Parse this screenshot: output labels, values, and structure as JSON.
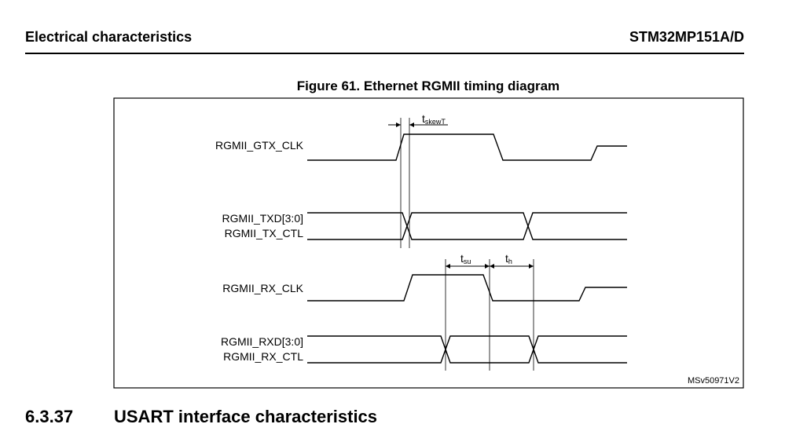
{
  "header": {
    "left": "Electrical characteristics",
    "right": "STM32MP151A/D"
  },
  "figure": {
    "title": "Figure 61. Ethernet RGMII timing diagram",
    "signals": {
      "gtx_clk": "RGMII_GTX_CLK",
      "txd": "RGMII_TXD[3:0]",
      "tx_ctl": "RGMII_TX_CTL",
      "rx_clk": "RGMII_RX_CLK",
      "rxd": "RGMII_RXD[3:0]",
      "rx_ctl": "RGMII_RX_CTL"
    },
    "timing_labels": {
      "skew_main": "t",
      "skew_sub": "skewT",
      "su_main": "t",
      "su_sub": "su",
      "h_main": "t",
      "h_sub": "h"
    },
    "reference": "MSv50971V2"
  },
  "section": {
    "number": "6.3.37",
    "title": "USART interface characteristics"
  }
}
